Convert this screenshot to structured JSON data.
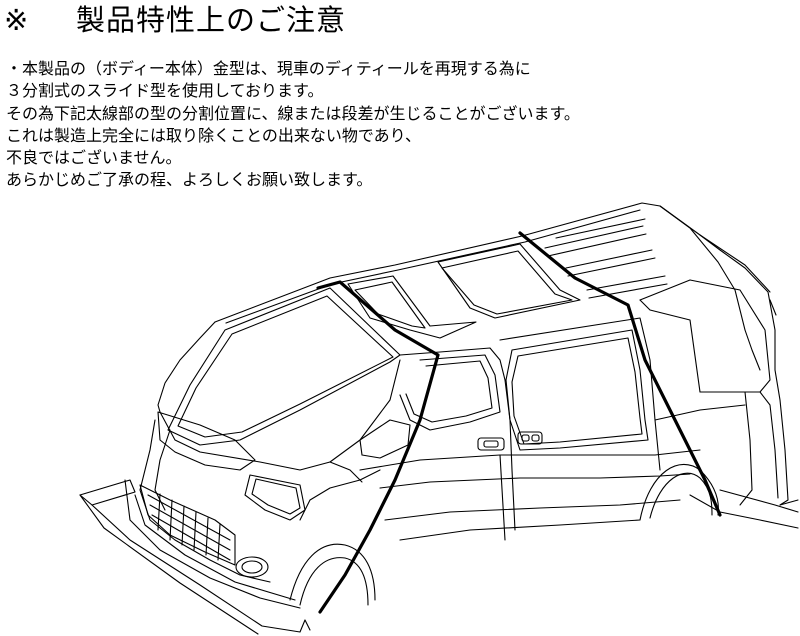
{
  "title": {
    "mark": "※",
    "text": "製品特性上のご注意"
  },
  "notes": [
    "・本製品の（ボディー本体）金型は、現車のディティールを再現する為に",
    "３分割式のスライド型を使用しております。",
    "その為下記太線部の型の分割位置に、線または段差が生じることがございます。",
    "これは製造上完全には取り除くことの出来ない物であり、",
    "不良ではございません。",
    "あらかじめご了承の程、よろしくお願い致します。"
  ],
  "illustration": {
    "subject": "van-body-line-drawing",
    "split_lines": 2,
    "colors": {
      "outline": "#000000",
      "background": "#ffffff"
    }
  }
}
